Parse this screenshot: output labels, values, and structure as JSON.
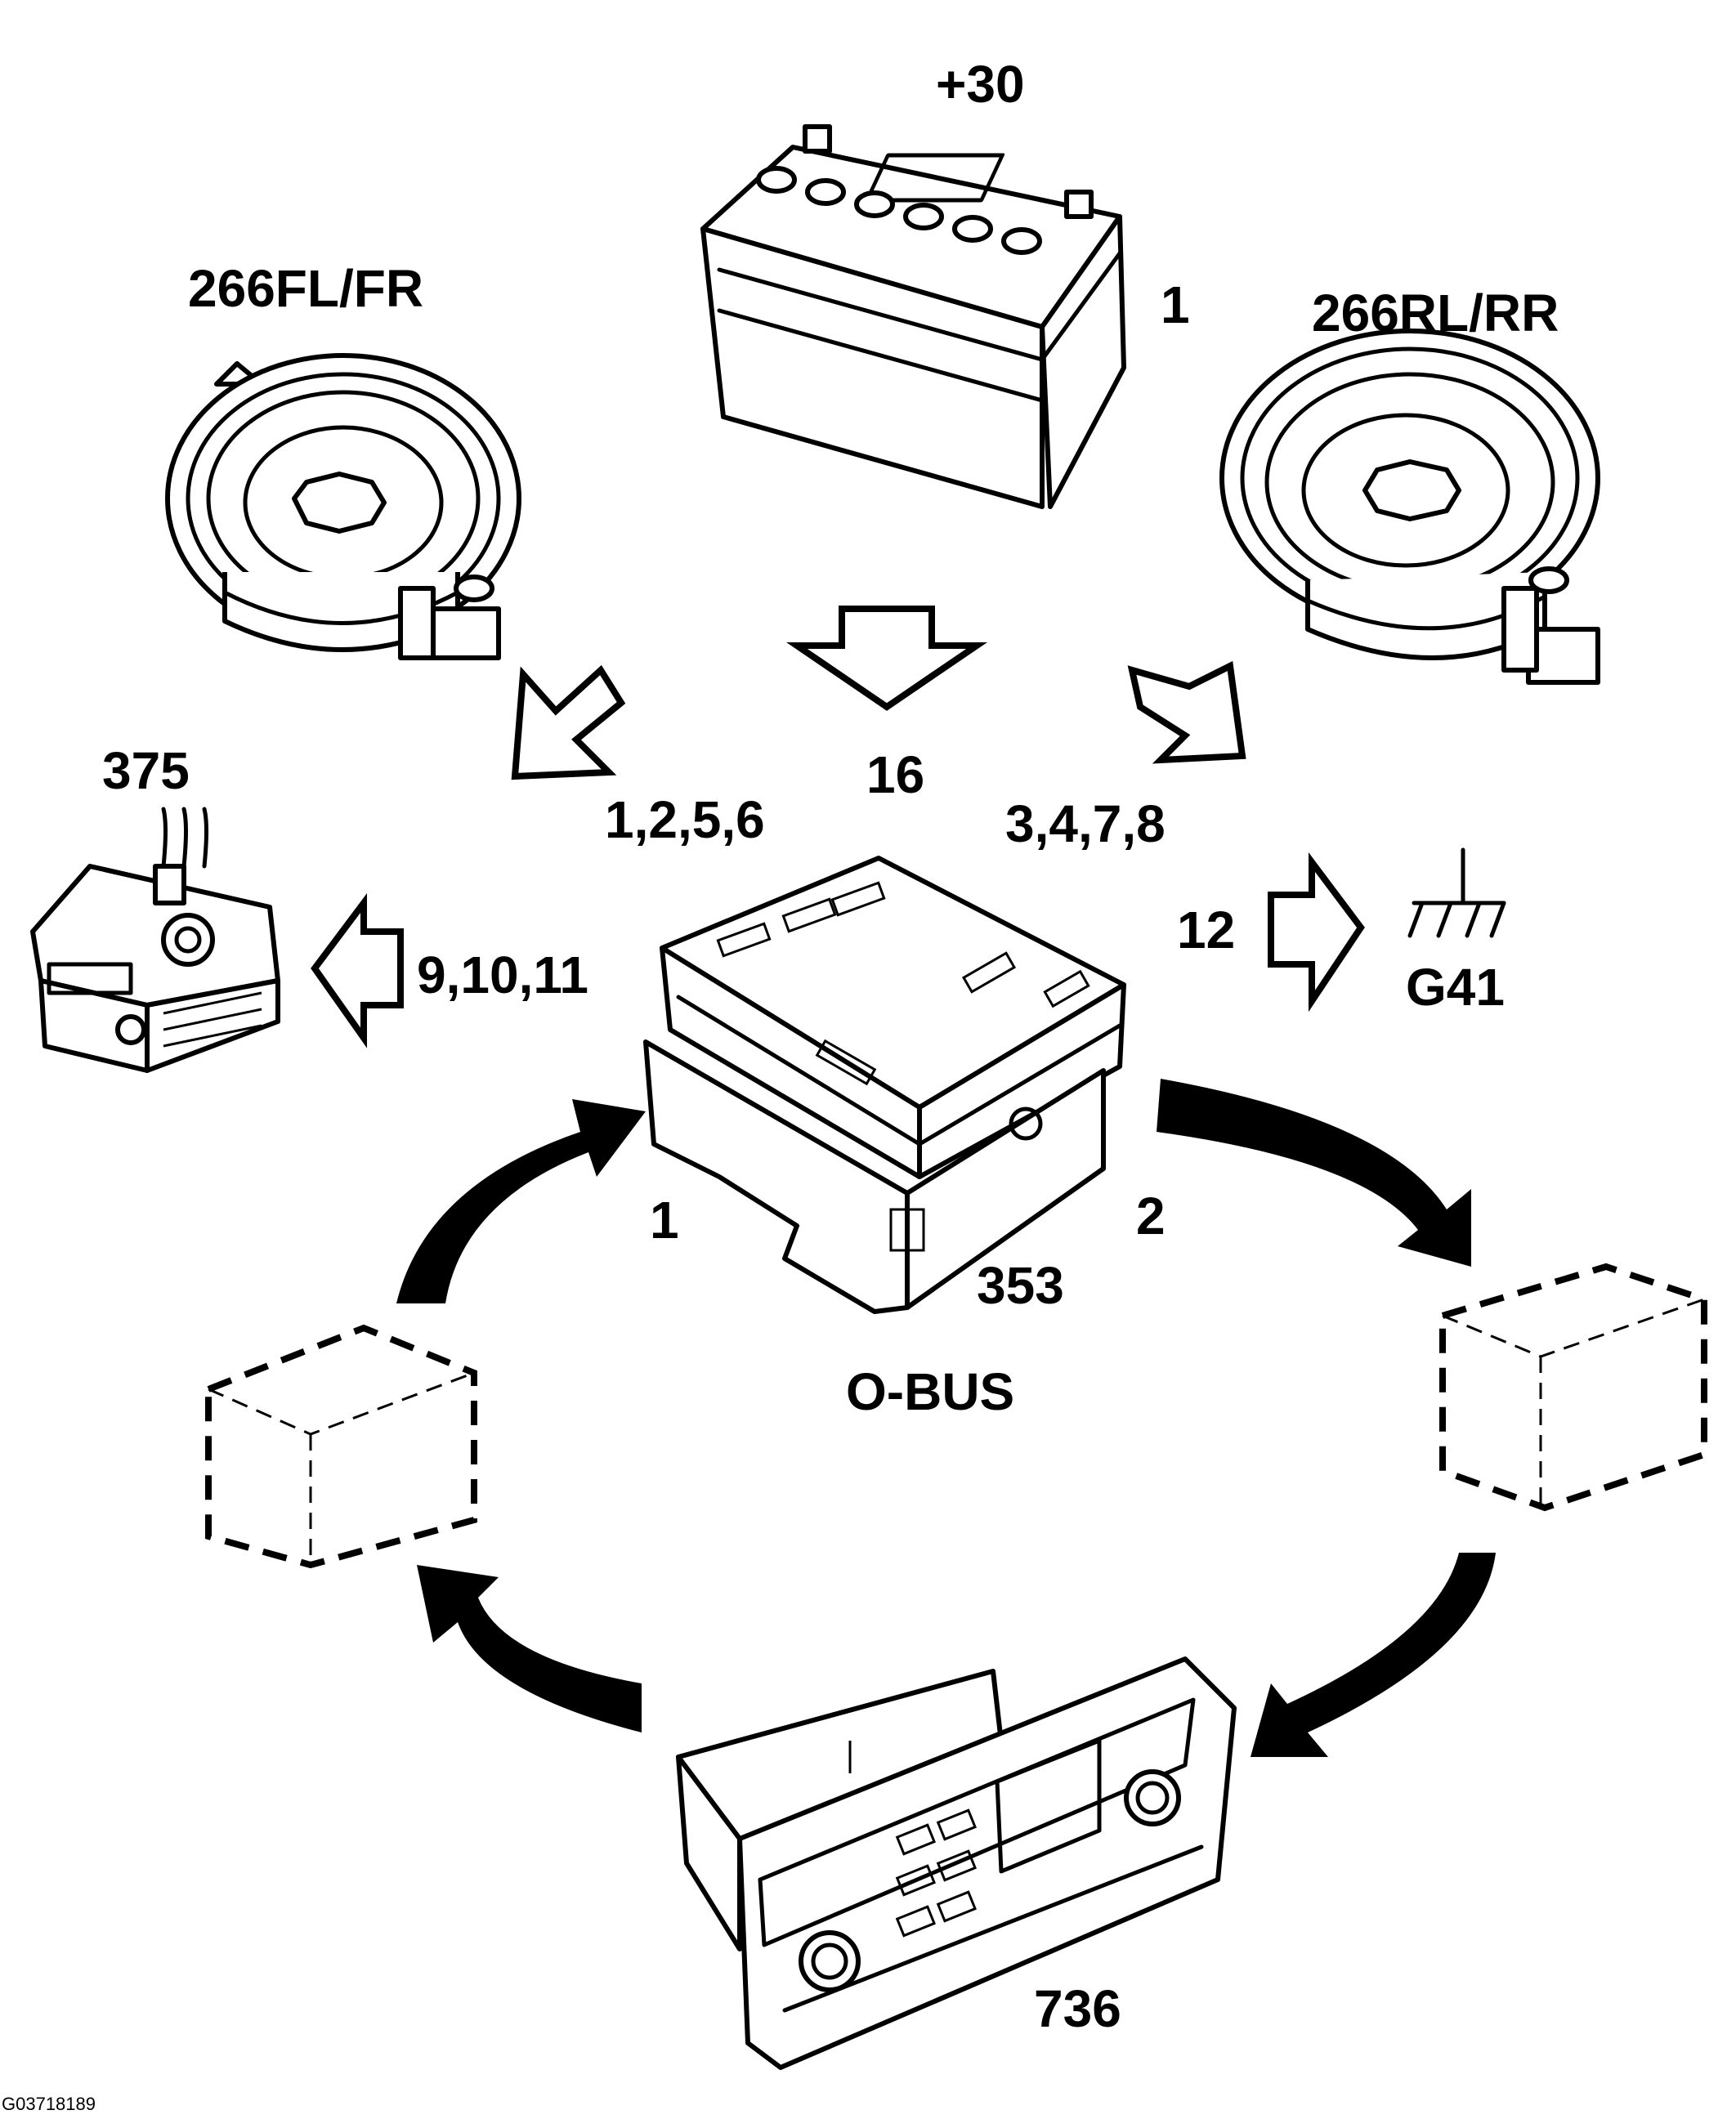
{
  "labels": {
    "battery_voltage": "+30",
    "battery_number": "1",
    "front_speakers": "266FL/FR",
    "rear_speakers": "266RL/RR",
    "connector": "375",
    "pins_front": "1,2,5,6",
    "pin_power": "16",
    "pins_rear": "3,4,7,8",
    "pins_connector": "9,10,11",
    "pin_ground": "12",
    "ground": "G41",
    "amp_port_1": "1",
    "amp_port_2": "2",
    "amplifier": "353",
    "bus": "O-BUS",
    "head_unit": "736",
    "figure_id": "G03718189"
  },
  "icons": [
    "battery-icon",
    "speaker-icon",
    "amplifier-icon",
    "connector-icon",
    "head-unit-icon",
    "ground-symbol-icon",
    "arrow-icon"
  ],
  "colors": {
    "line": "#000000",
    "background": "#ffffff"
  }
}
